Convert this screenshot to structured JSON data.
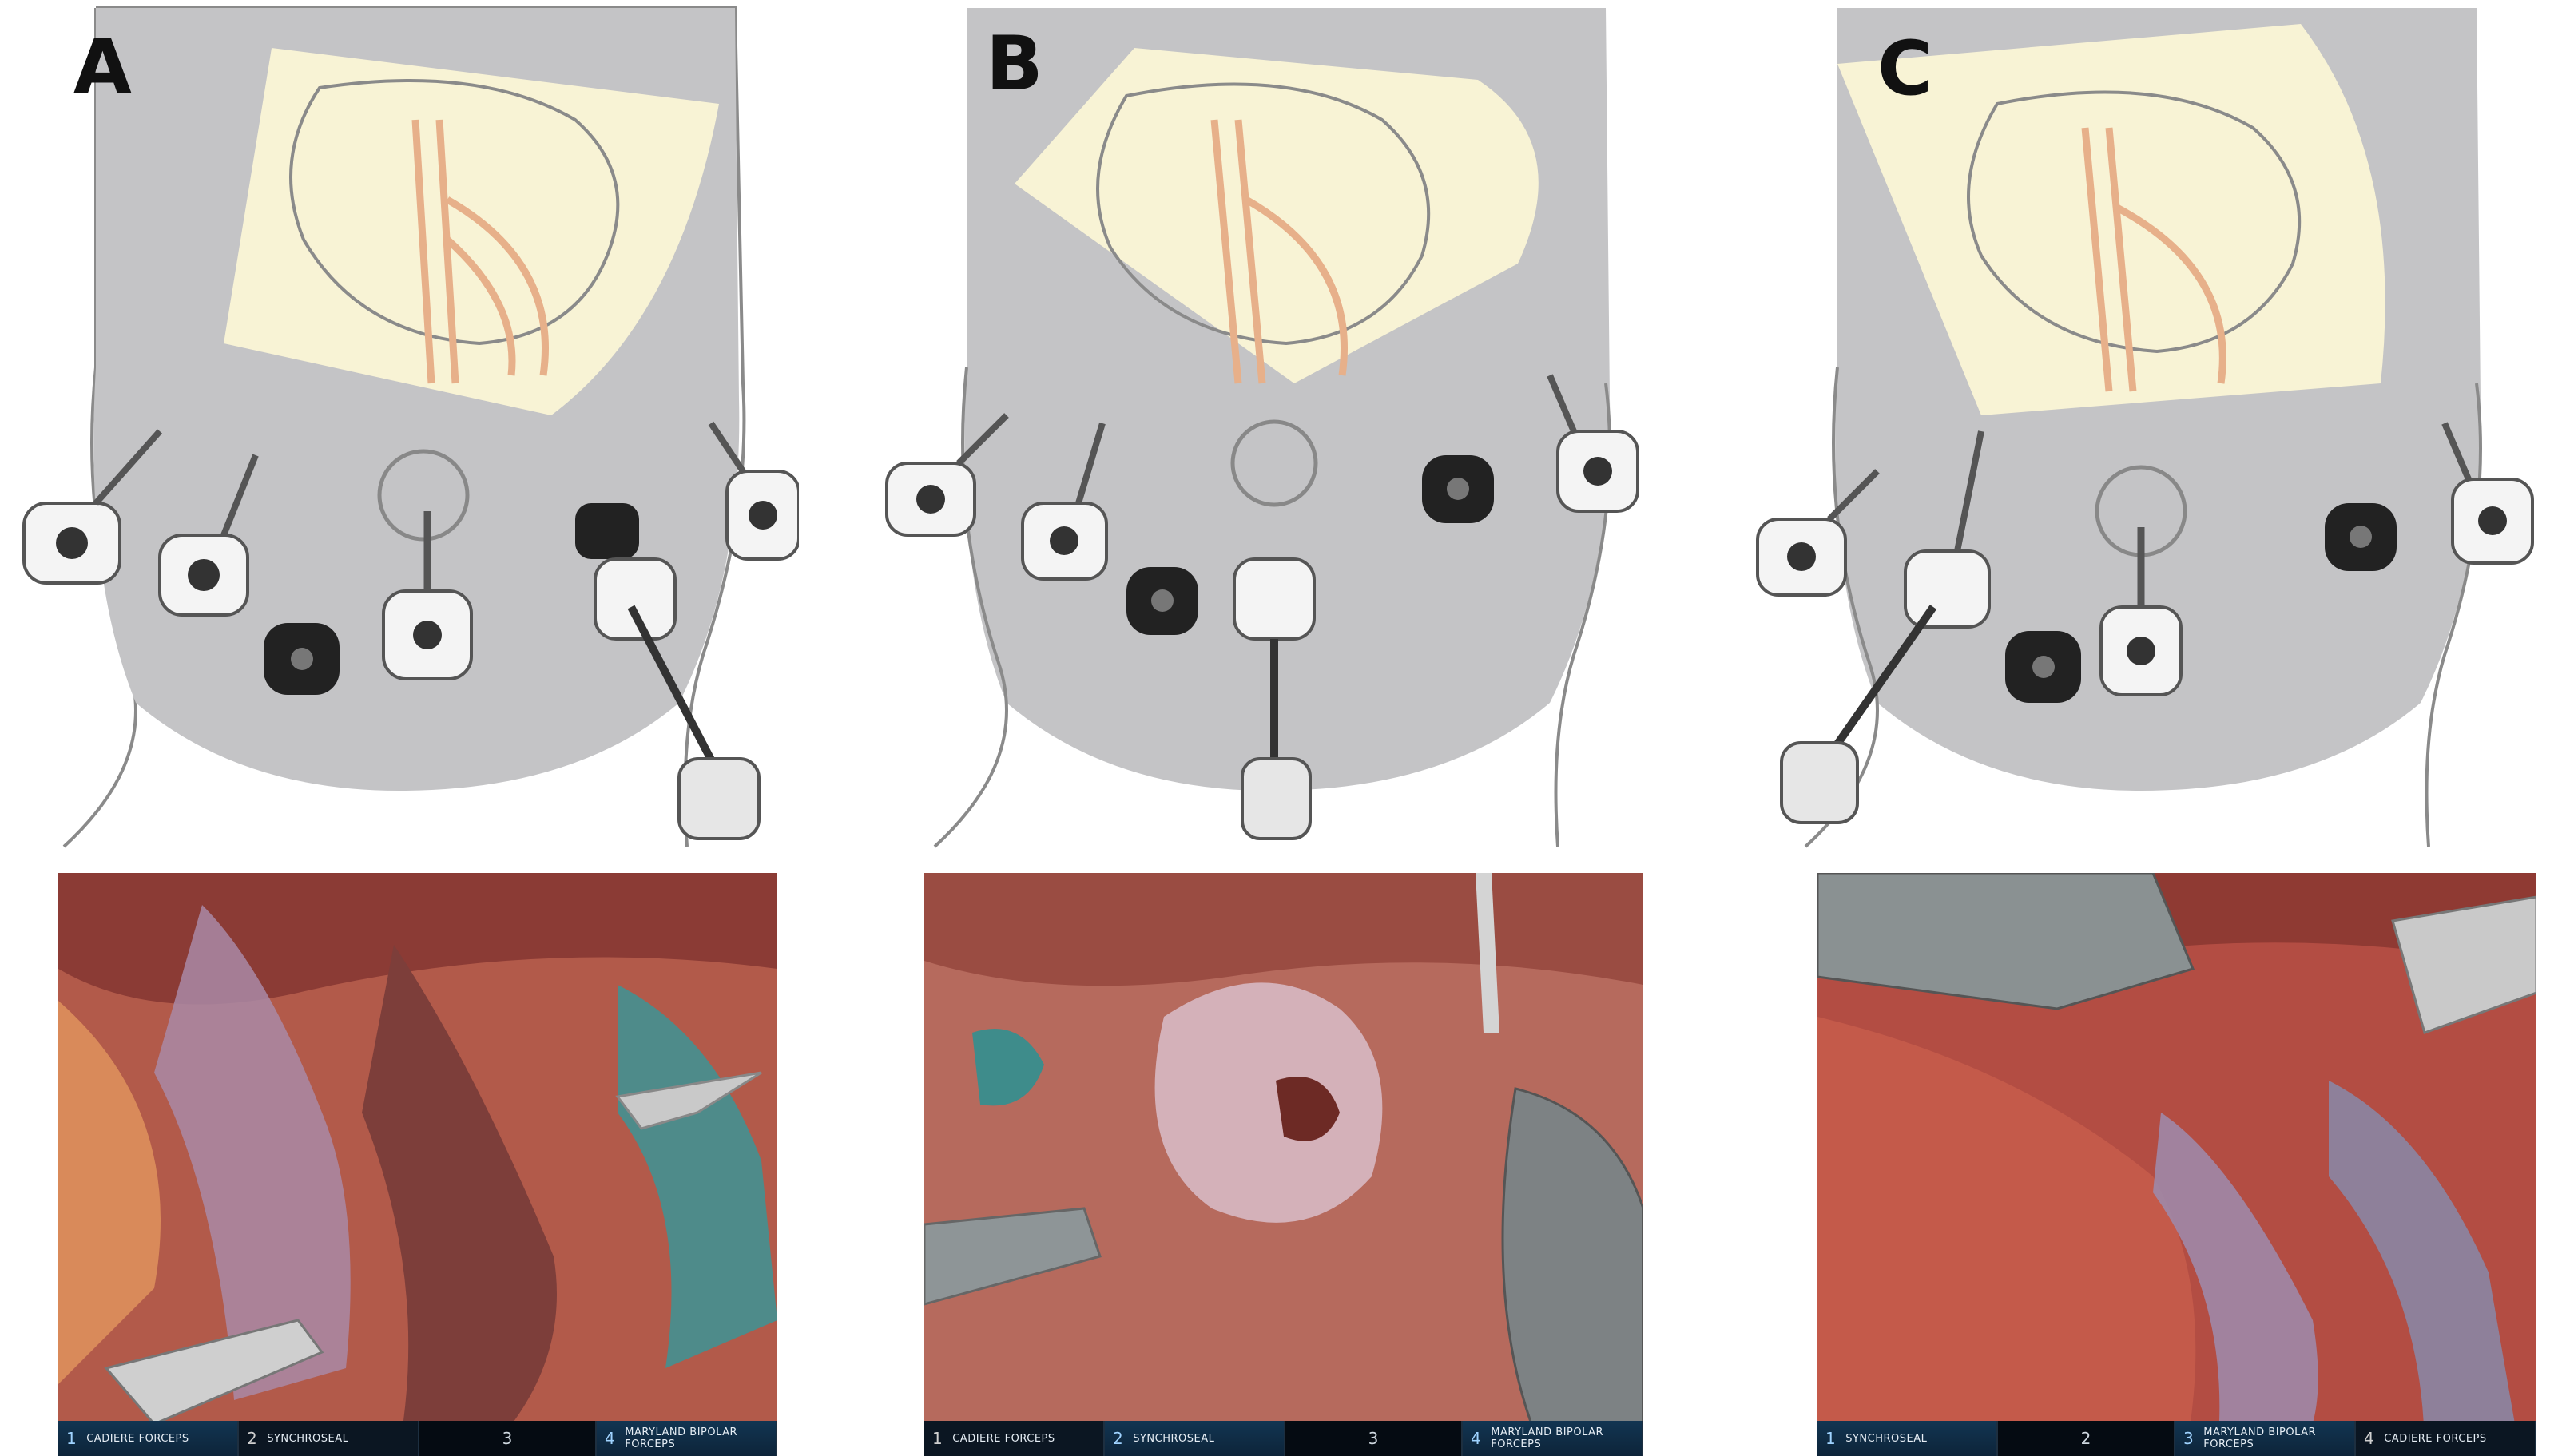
{
  "panels": [
    {
      "letter": "A",
      "hud": [
        {
          "num": "1",
          "label": "CADIERE FORCEPS",
          "active": true
        },
        {
          "num": "2",
          "label": "SYNCHROSEAL",
          "active": false
        },
        {
          "num": "3",
          "label": "",
          "center": true
        },
        {
          "num": "4",
          "label": "MARYLAND BIPOLAR FORCEPS",
          "active": true
        }
      ]
    },
    {
      "letter": "B",
      "hud": [
        {
          "num": "1",
          "label": "CADIERE FORCEPS",
          "active": false
        },
        {
          "num": "2",
          "label": "SYNCHROSEAL",
          "active": true
        },
        {
          "num": "3",
          "label": "",
          "center": true
        },
        {
          "num": "4",
          "label": "MARYLAND BIPOLAR FORCEPS",
          "active": true
        }
      ]
    },
    {
      "letter": "C",
      "hud": [
        {
          "num": "1",
          "label": "SYNCHROSEAL",
          "active": true
        },
        {
          "num": "2",
          "label": "",
          "center": true
        },
        {
          "num": "3",
          "label": "MARYLAND BIPOLAR FORCEPS",
          "active": true
        },
        {
          "num": "4",
          "label": "CADIERE FORCEPS",
          "active": false
        }
      ]
    }
  ],
  "colors": {
    "body": "#c4c4c6",
    "body_outline": "#7a7a7a",
    "operative_field": "#fbf6d6",
    "vessel": "#e7b08a",
    "port_white": "#f4f4f4",
    "port_black": "#222222",
    "tissue": "#b8514a"
  }
}
